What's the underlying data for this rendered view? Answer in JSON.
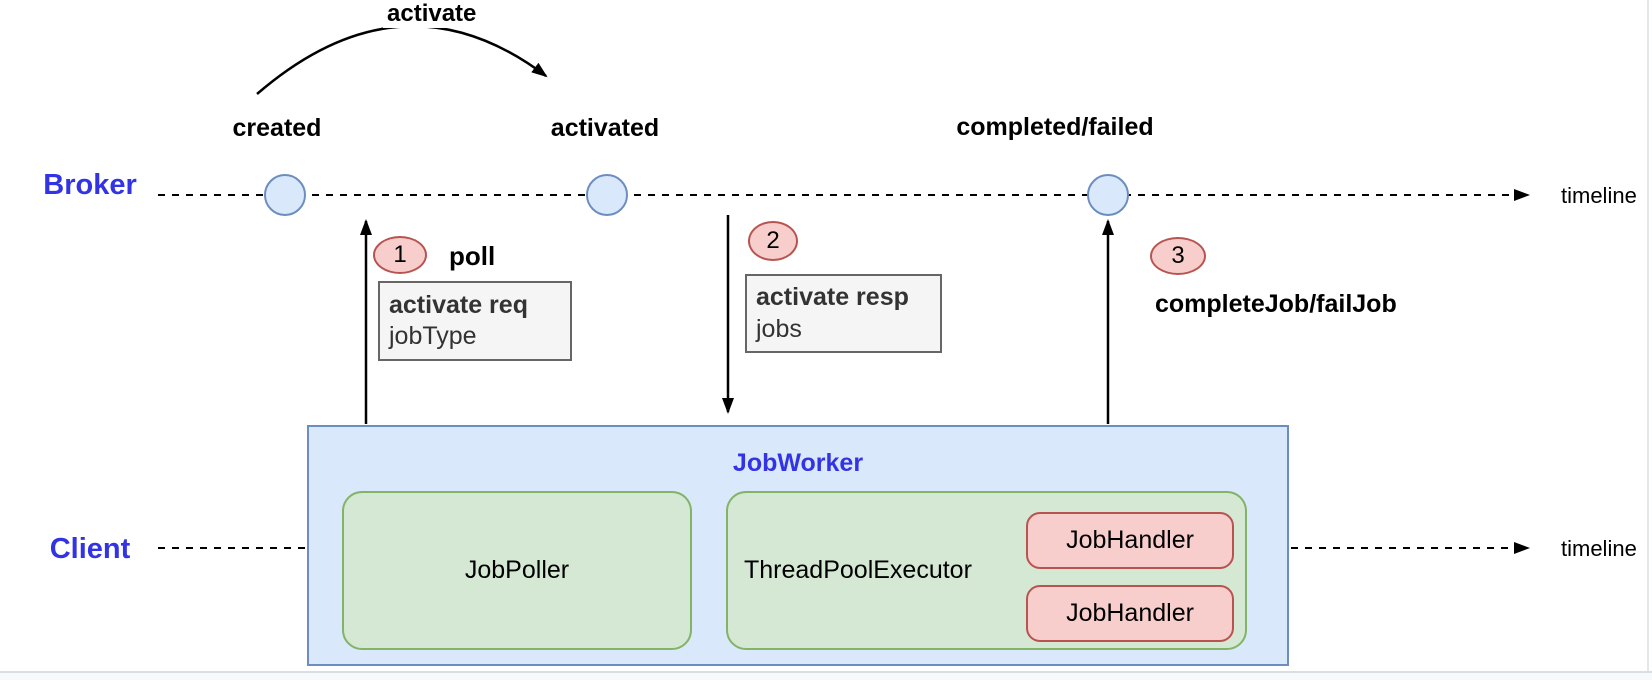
{
  "lanes": {
    "broker": {
      "label": "Broker",
      "timeline_label": "timeline"
    },
    "client": {
      "label": "Client",
      "timeline_label": "timeline"
    }
  },
  "states": {
    "created": "created",
    "activated": "activated",
    "completed": "completed/failed"
  },
  "transition": {
    "label": "activate"
  },
  "steps": {
    "poll": {
      "num": "1",
      "label": "poll",
      "message": {
        "title": "activate req",
        "param": "jobType"
      }
    },
    "activate_resp": {
      "num": "2",
      "message": {
        "title": "activate resp",
        "param": "jobs"
      }
    },
    "complete": {
      "num": "3",
      "label": "completeJob/failJob"
    }
  },
  "worker": {
    "title": "JobWorker",
    "job_poller": "JobPoller",
    "thread_pool_executor": "ThreadPoolExecutor",
    "job_handlers": [
      "JobHandler",
      "JobHandler"
    ]
  },
  "colors": {
    "lane_label": "#3333E6",
    "blue_fill": "#DAE8FC",
    "blue_stroke": "#6C8EBF",
    "green_fill": "#D5E8D4",
    "green_stroke": "#82B366",
    "red_fill": "#F8CECC",
    "red_stroke": "#B85450",
    "msg_fill": "#F5F5F5",
    "msg_stroke": "#666666",
    "line": "#000000"
  }
}
